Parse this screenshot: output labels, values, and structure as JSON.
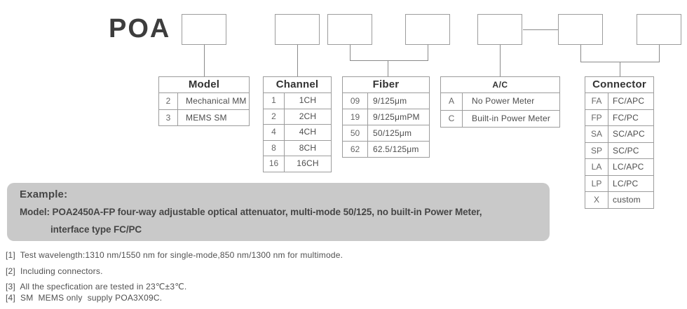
{
  "title": "POA",
  "diagram": {
    "tables": [
      {
        "id": "model",
        "header": "Model",
        "rows": [
          [
            "2",
            "Mechanical MM"
          ],
          [
            "3",
            "MEMS SM"
          ]
        ]
      },
      {
        "id": "channel",
        "header": "Channel",
        "rows": [
          [
            "1",
            "1CH"
          ],
          [
            "2",
            "2CH"
          ],
          [
            "4",
            "4CH"
          ],
          [
            "8",
            "8CH"
          ],
          [
            "16",
            "16CH"
          ]
        ]
      },
      {
        "id": "fiber",
        "header": "Fiber",
        "rows": [
          [
            "09",
            "9/125μm"
          ],
          [
            "19",
            "9/125μmPM"
          ],
          [
            "50",
            "50/125μm"
          ],
          [
            "62",
            "62.5/125μm"
          ]
        ]
      },
      {
        "id": "ac",
        "header": "A/C",
        "rows": [
          [
            "A",
            "No Power Meter"
          ],
          [
            "C",
            "Built-in Power Meter"
          ]
        ]
      },
      {
        "id": "connector",
        "header": "Connector",
        "rows": [
          [
            "FA",
            "FC/APC"
          ],
          [
            "FP",
            "FC/PC"
          ],
          [
            "SA",
            "SC/APC"
          ],
          [
            "SP",
            "SC/PC"
          ],
          [
            "LA",
            "LC/APC"
          ],
          [
            "LP",
            "LC/PC"
          ],
          [
            "X",
            "custom"
          ]
        ]
      }
    ]
  },
  "example": {
    "label": "Example:",
    "line1": "Model: POA2450A-FP four-way adjustable optical attenuator, multi-mode 50/125, no built-in Power Meter,",
    "line2": "interface type FC/PC"
  },
  "footnotes": [
    "[1]  Test wavelength:1310 nm/1550 nm for single-mode,850 nm/1300 nm for multimode.",
    "[2]  Including connectors.",
    "[3]  All the specfication are tested in 23℃±3℃.",
    "[4]  SM  MEMS only  supply POA3X09C."
  ],
  "colors": {
    "border_gray": "#9c9c9c",
    "line_gray": "#8a8a8a",
    "example_bg": "#c9c9c9",
    "title_text": "#3d3d3d"
  }
}
